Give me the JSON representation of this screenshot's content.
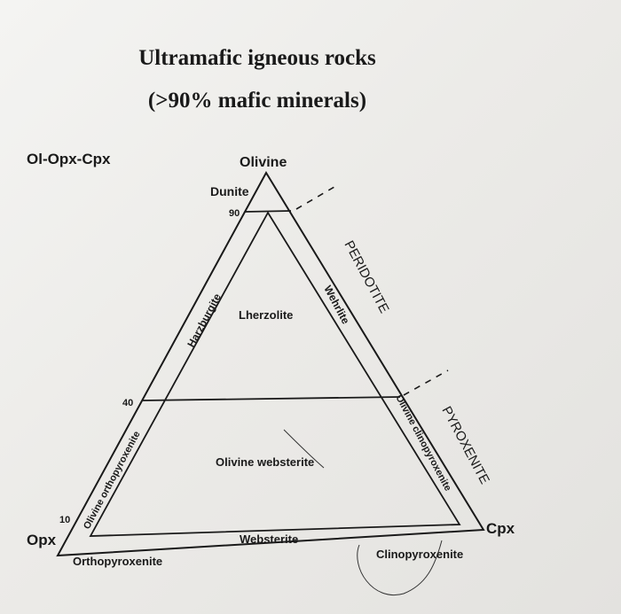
{
  "title": {
    "line1": "Ultramafic igneous rocks",
    "line2": "(>90% mafic minerals)"
  },
  "scheme": "Ol-Opx-Cpx",
  "vertices": {
    "top": "Olivine",
    "left": "Opx",
    "right": "Cpx"
  },
  "levels": {
    "upper": "90",
    "middle": "40",
    "lower": "10"
  },
  "fields": {
    "dunite": "Dunite",
    "harzburgite": "Harzburgite",
    "lherzolite": "Lherzolite",
    "wehrlite": "Wehrlite",
    "olivine_orthopyroxenite": "Olivine orthopyroxenite",
    "olivine_websterite": "Olivine websterite",
    "olivine_clinopyroxenite": "Olivine clinopyroxenite",
    "websterite": "Websterite",
    "orthopyroxenite": "Orthopyroxenite",
    "clinopyroxenite": "Clinopyroxenite"
  },
  "groups": {
    "peridotite": "PERIDOTITE",
    "pyroxenite": "PYROXENITE"
  },
  "colors": {
    "ink": "#1a1a1a",
    "paper": "#efeeeb"
  }
}
